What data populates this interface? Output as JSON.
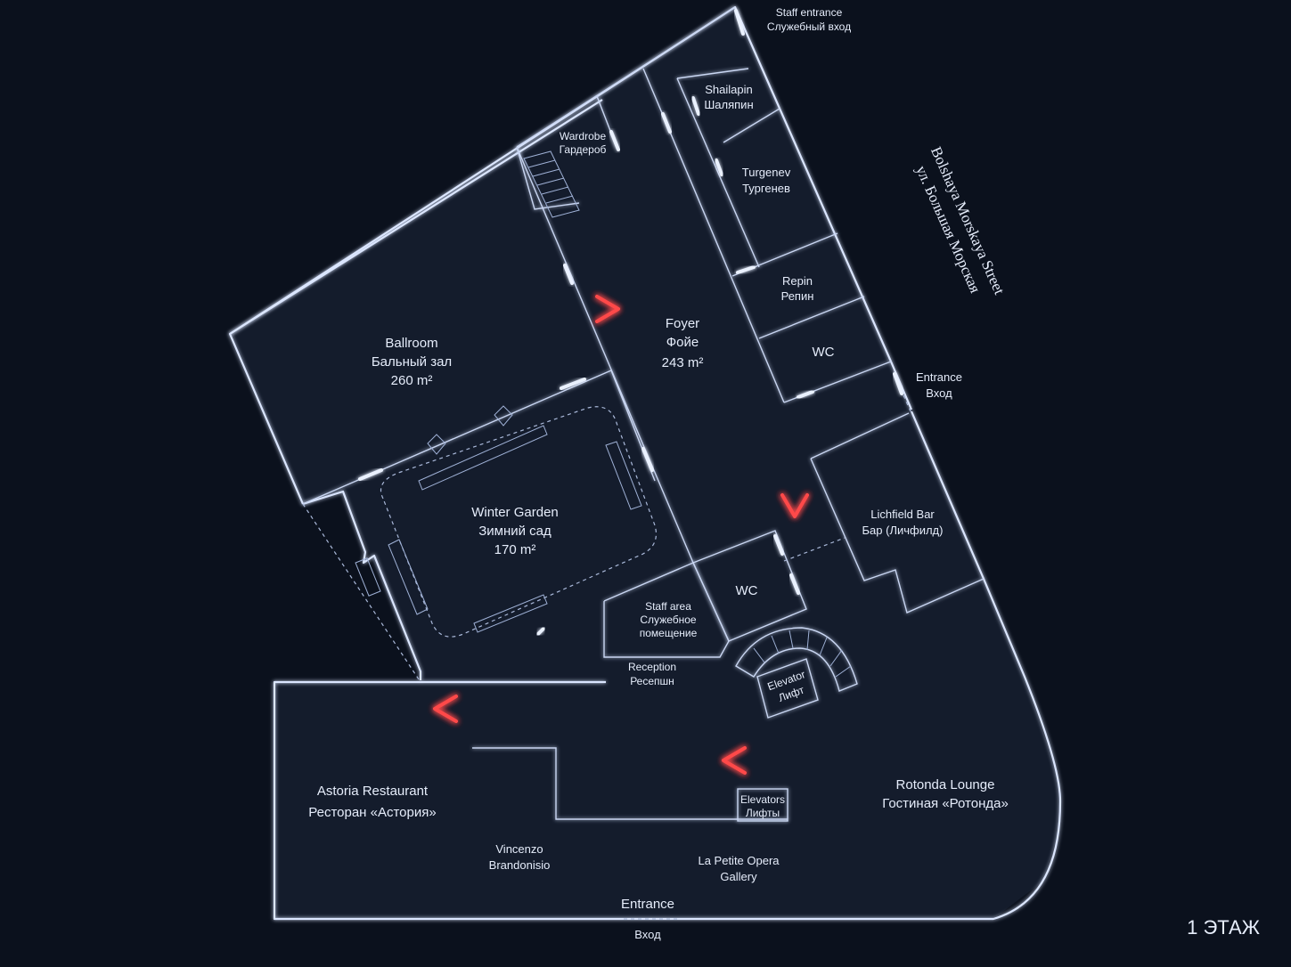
{
  "floor_label": "1 ЭТАЖ",
  "street": {
    "name_en": "Bolshaya Morskaya Street",
    "name_ru": "ул. Большая Морская"
  },
  "rooms": {
    "ballroom": {
      "en": "Ballroom",
      "ru": "Бальный зал",
      "area": "260 m²"
    },
    "foyer": {
      "en": "Foyer",
      "ru": "Фойе",
      "area": "243 m²"
    },
    "winter_garden": {
      "en": "Winter Garden",
      "ru": "Зимний сад",
      "area": "170 m²"
    },
    "wardrobe": {
      "en": "Wardrobe",
      "ru": "Гардероб"
    },
    "shailapin": {
      "en": "Shailapin",
      "ru": "Шаляпин"
    },
    "turgenev": {
      "en": "Turgenev",
      "ru": "Тургенев"
    },
    "repin": {
      "en": "Repin",
      "ru": "Репин"
    },
    "wc_upper": {
      "en": "WC"
    },
    "wc_lower": {
      "en": "WC"
    },
    "lichfield_bar": {
      "en": "Lichfield Bar",
      "ru": "Бар (Личфилд)"
    },
    "staff_area": {
      "en": "Staff area",
      "ru1": "Служебное",
      "ru2": "помещение"
    },
    "reception": {
      "en": "Reception",
      "ru": "Ресепшн"
    },
    "elevator": {
      "en": "Elevator",
      "ru": "Лифт"
    },
    "elevators": {
      "en": "Elevators",
      "ru": "Лифты"
    },
    "astoria_restaurant": {
      "en": "Astoria Restaurant",
      "ru": "Ресторан «Астория»"
    },
    "rotonda_lounge": {
      "en": "Rotonda Lounge",
      "ru": "Гостиная «Ротонда»"
    },
    "vincenzo": {
      "line1": "Vincenzo",
      "line2": "Brandonisio"
    },
    "la_petite_opera": {
      "line1": "La Petite Opera",
      "line2": "Gallery"
    }
  },
  "entrances": {
    "staff": {
      "en": "Staff entrance",
      "ru": "Служебный вход"
    },
    "side": {
      "en": "Entrance",
      "ru": "Вход"
    },
    "main": {
      "en": "Entrance",
      "ru": "Вход"
    }
  },
  "colors": {
    "background": "#0b111d",
    "wall": "#dbe6ff",
    "arrow": "#ff4a4a"
  }
}
